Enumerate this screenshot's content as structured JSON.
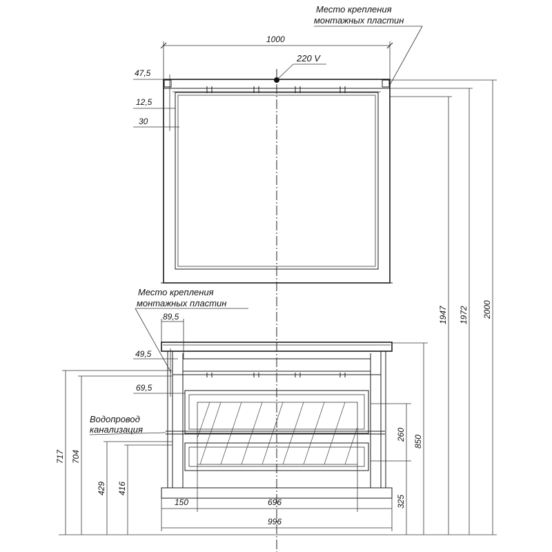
{
  "labels": {
    "mount_top_line1": "Место крепления",
    "mount_top_line2": "монтажных пластин",
    "voltage": "220 V",
    "mount_mid_line1": "Место крепления",
    "mount_mid_line2": "монтажных пластин",
    "pipes_line1": "Водопровод",
    "pipes_line2": "канализация"
  },
  "dimensions": {
    "mirror_width": "1000",
    "d47_5": "47,5",
    "d12_5": "12,5",
    "d30": "30",
    "d89_5": "89,5",
    "d49_5": "49,5",
    "d69_5": "69,5",
    "d1947": "1947",
    "d1972": "1972",
    "d2000": "2000",
    "d260": "260",
    "d850": "850",
    "d325": "325",
    "d717": "717",
    "d704": "704",
    "d429": "429",
    "d416": "416",
    "d150": "150",
    "d696": "696",
    "d996": "996"
  }
}
